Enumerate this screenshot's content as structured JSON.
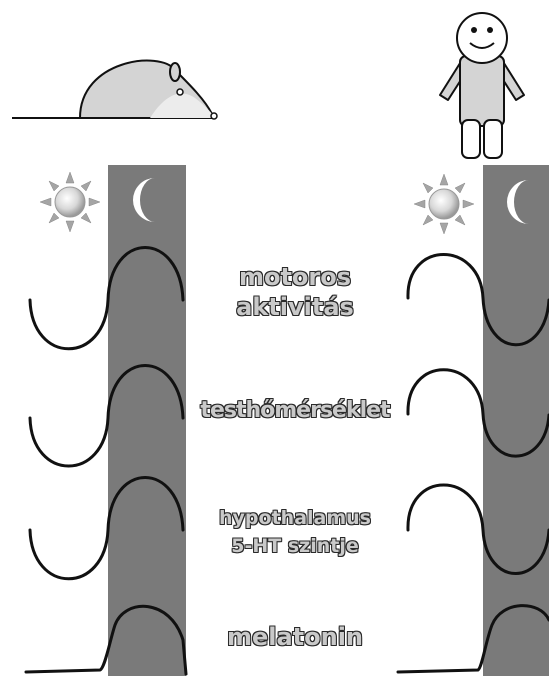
{
  "labels": {
    "motor_line1": "motoros",
    "motor_line2": "aktivitás",
    "temp": "testhőmérséklet",
    "ht_line1": "hypothalamus",
    "ht_line2": "5-HT szintje",
    "melatonin": "melatonin"
  },
  "colors": {
    "night_band": "#7a7a7a",
    "curve": "#111111",
    "label_fill": "#c9c9c9"
  },
  "icons": [
    "mouse-icon",
    "human-icon",
    "sun-icon",
    "moon-icon"
  ]
}
